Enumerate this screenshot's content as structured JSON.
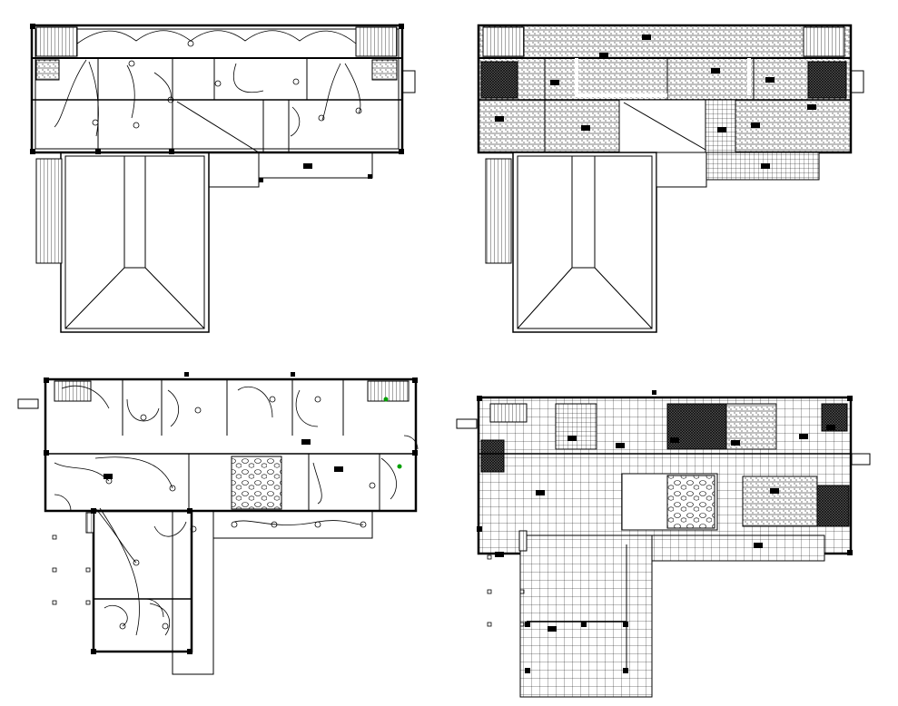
{
  "sheet": {
    "background": "#ffffff",
    "line_color": "#000000",
    "accent_color": "#00a000",
    "panels": [
      {
        "id": "upper-floor-electrical",
        "layer": "electrical"
      },
      {
        "id": "upper-floor-flooring",
        "layer": "flooring"
      },
      {
        "id": "ground-floor-electrical",
        "layer": "electrical"
      },
      {
        "id": "ground-floor-flooring",
        "layer": "flooring"
      }
    ]
  }
}
